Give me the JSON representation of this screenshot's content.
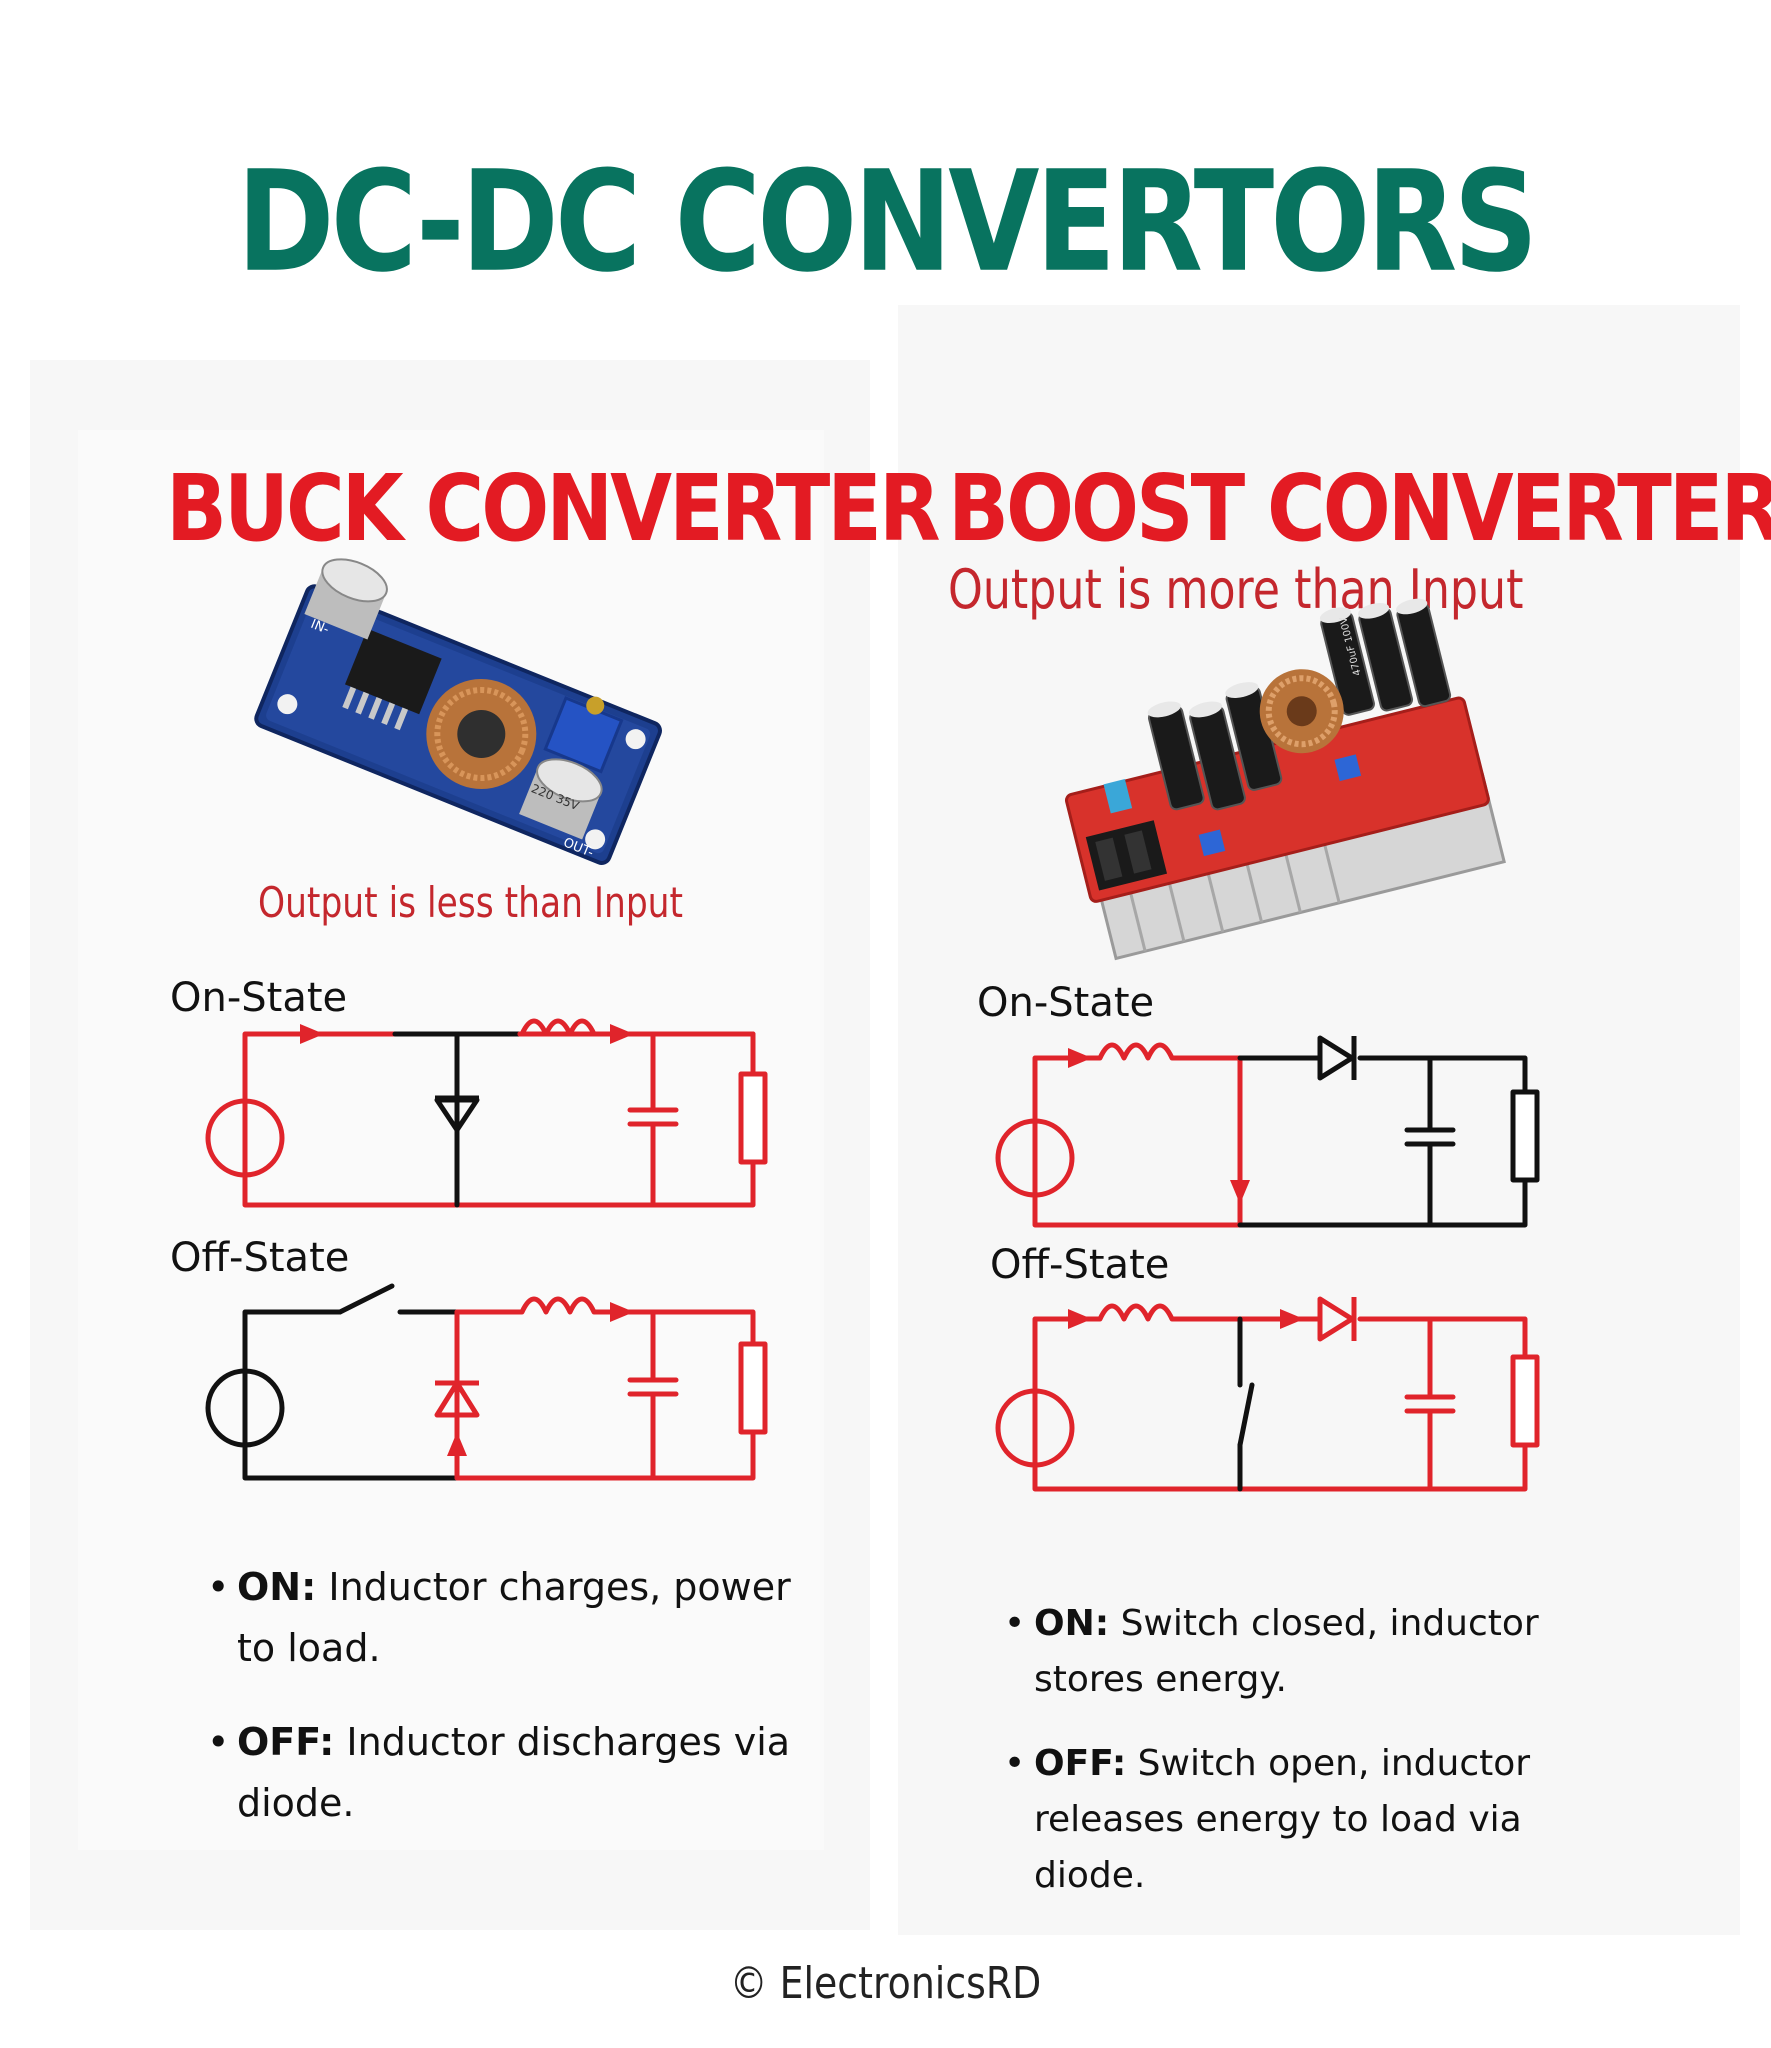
{
  "title": "DC-DC CONVERTORS",
  "buck": {
    "title": "BUCK CONVERTER",
    "subtitle": "Output is less than Input",
    "on_label": "On-State",
    "off_label": "Off-State",
    "bullets": [
      {
        "key": "ON:",
        "text": " Inductor charges, power to load."
      },
      {
        "key": "OFF:",
        "text": " Inductor discharges via diode."
      }
    ]
  },
  "boost": {
    "title": "BOOST CONVERTER",
    "subtitle": "Output is more than Input",
    "on_label": "On-State",
    "off_label": "Off-State",
    "bullets": [
      {
        "key": "ON:",
        "text": " Switch closed, inductor stores energy."
      },
      {
        "key": "OFF:",
        "text": " Switch open, inductor releases energy to load via diode."
      }
    ]
  },
  "module_labels": {
    "buck_capacitor": "220 35V",
    "buck_in": "IN-",
    "buck_out": "OUT-",
    "boost_capacitor": "470uF 100V"
  },
  "credit": "© ElectronicsRD",
  "colors": {
    "title_green": "#08735f",
    "heading_red": "#e31b23",
    "circuit_red": "#e0242b",
    "circuit_black": "#111111"
  }
}
